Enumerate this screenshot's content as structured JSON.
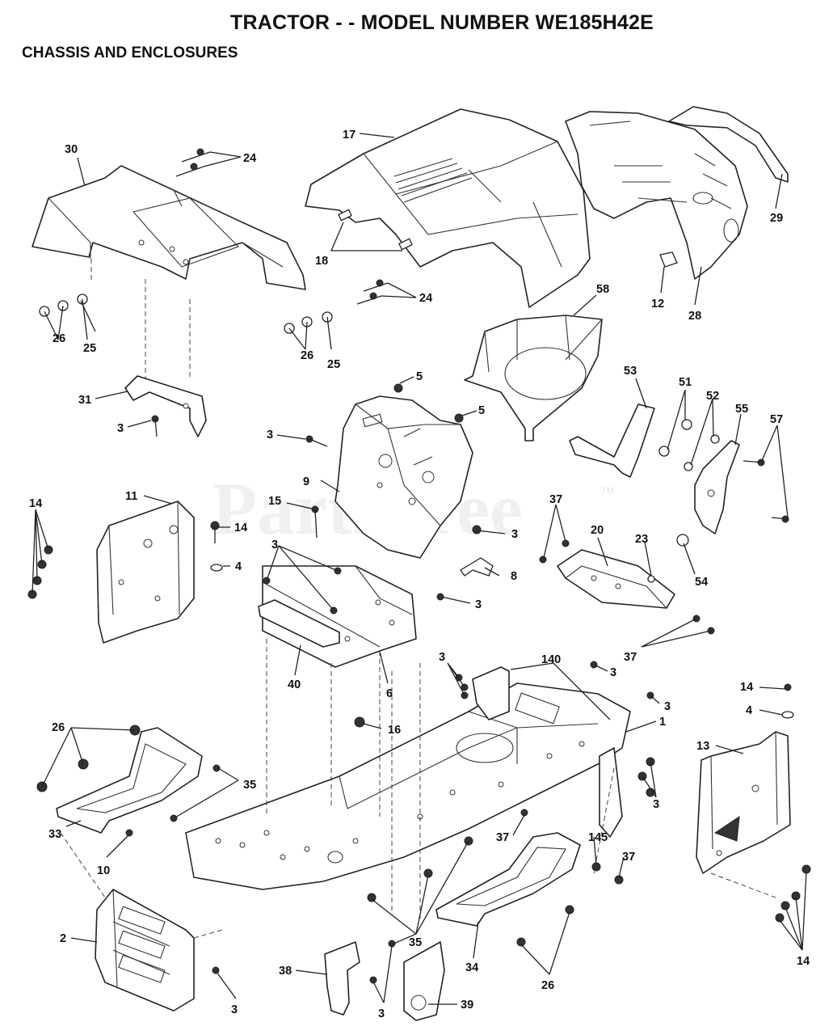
{
  "header": {
    "title": "TRACTOR - - MODEL NUMBER WE185H42E",
    "section": "CHASSIS AND ENCLOSURES"
  },
  "watermark": {
    "text": "PartsTree",
    "tm": "TM"
  },
  "callouts": {
    "c30": "30",
    "c24a": "24",
    "c17": "17",
    "c29": "29",
    "c18": "18",
    "c12": "12",
    "c28": "28",
    "c24b": "24",
    "c58": "58",
    "c25a": "25",
    "c26a": "26",
    "c26b": "26",
    "c25b": "25",
    "c5a": "5",
    "c5b": "5",
    "c31": "31",
    "c3a": "3",
    "c3b": "3",
    "c53": "53",
    "c51": "51",
    "c52": "52",
    "c55": "55",
    "c57": "57",
    "c9": "9",
    "c11": "11",
    "c15": "15",
    "c14a": "14",
    "c14b": "14",
    "c4a": "4",
    "c37a": "37",
    "c20": "20",
    "c23": "23",
    "c3c": "3",
    "c54": "54",
    "c3d": "3",
    "c8": "8",
    "c3e": "3",
    "c37b": "37",
    "c40": "40",
    "c6": "6",
    "c3f": "3",
    "c140": "140",
    "c3g": "3",
    "c3h": "3",
    "c14c": "14",
    "c4b": "4",
    "c16": "16",
    "c1": "1",
    "c26c": "26",
    "c13": "13",
    "c35a": "35",
    "c3i": "3",
    "c33": "33",
    "c10": "10",
    "c37c": "37",
    "c145": "145",
    "c37d": "37",
    "c2": "2",
    "c35b": "35",
    "c38": "38",
    "c34": "34",
    "c26d": "26",
    "c14d": "14",
    "c3j": "3",
    "c3k": "3",
    "c39": "39"
  }
}
